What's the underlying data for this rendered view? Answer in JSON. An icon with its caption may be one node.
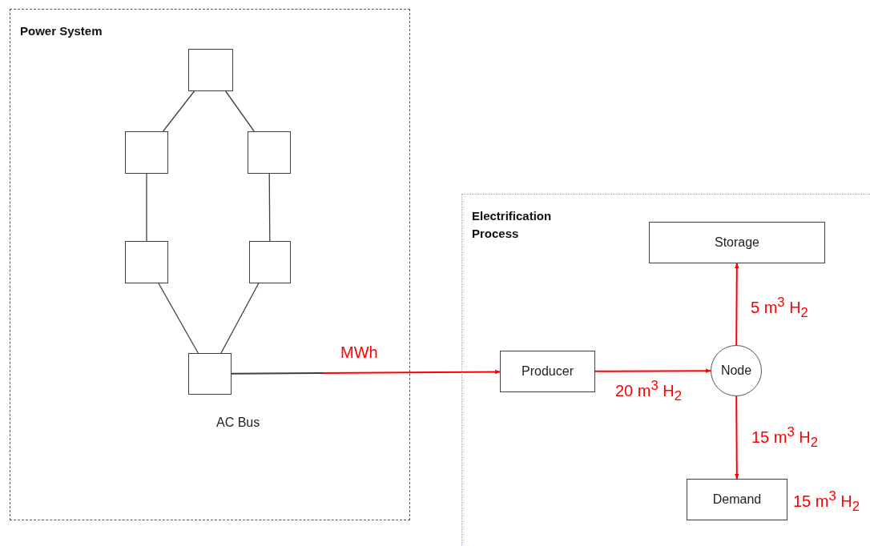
{
  "diagram": {
    "nodes": [
      {
        "text": [
          "Power System"
        ]
      },
      {
        "text": [],
        "shape": "box",
        "in": 0
      },
      {
        "text": [],
        "shape": "box",
        "in": 0
      },
      {
        "text": [],
        "shape": "box",
        "in": 0
      },
      {
        "text": [],
        "shape": "box",
        "in": 0
      },
      {
        "text": [],
        "shape": "box",
        "in": 0
      },
      {
        "text": [],
        "shape": "box",
        "in": 0,
        "beside": [
          "AC Bus"
        ]
      },
      {
        "text": [
          "Electrification Process"
        ]
      },
      {
        "text": [
          "Storage"
        ],
        "in": 7
      },
      {
        "text": [
          "Producer"
        ],
        "in": 7
      },
      {
        "text": [
          "Node"
        ],
        "in": 7
      },
      {
        "text": [
          "Demand"
        ],
        "in": 7,
        "beside": [
          "15 m$^{3}$ H$_{2}$"
        ]
      }
    ],
    "edges": [
      {
        "from": 1,
        "to": 2,
        "arrow": "none"
      },
      {
        "from": 1,
        "to": 3,
        "arrow": "none"
      },
      {
        "from": 2,
        "to": 4,
        "arrow": "none"
      },
      {
        "from": 3,
        "to": 5,
        "arrow": "none"
      },
      {
        "from": 4,
        "to": 6,
        "arrow": "none"
      },
      {
        "from": 5,
        "to": 6,
        "arrow": "none"
      },
      {
        "from": 6,
        "to": 9,
        "arrow": "to",
        "label": "MWh",
        "color": "#ff0000"
      },
      {
        "from": 9,
        "to": 10,
        "arrow": "to",
        "label": "20 m$^{3}$ H$_{2}$",
        "color": "#ff0000"
      },
      {
        "from": 10,
        "to": 8,
        "arrow": "to",
        "label": "5 m$^{3}$ H$_{2}$",
        "color": "#ff0000"
      },
      {
        "from": 10,
        "to": 11,
        "arrow": "to",
        "label": "15 m$^{3}$ H$_{2}$",
        "color": "#ff0000"
      }
    ]
  }
}
